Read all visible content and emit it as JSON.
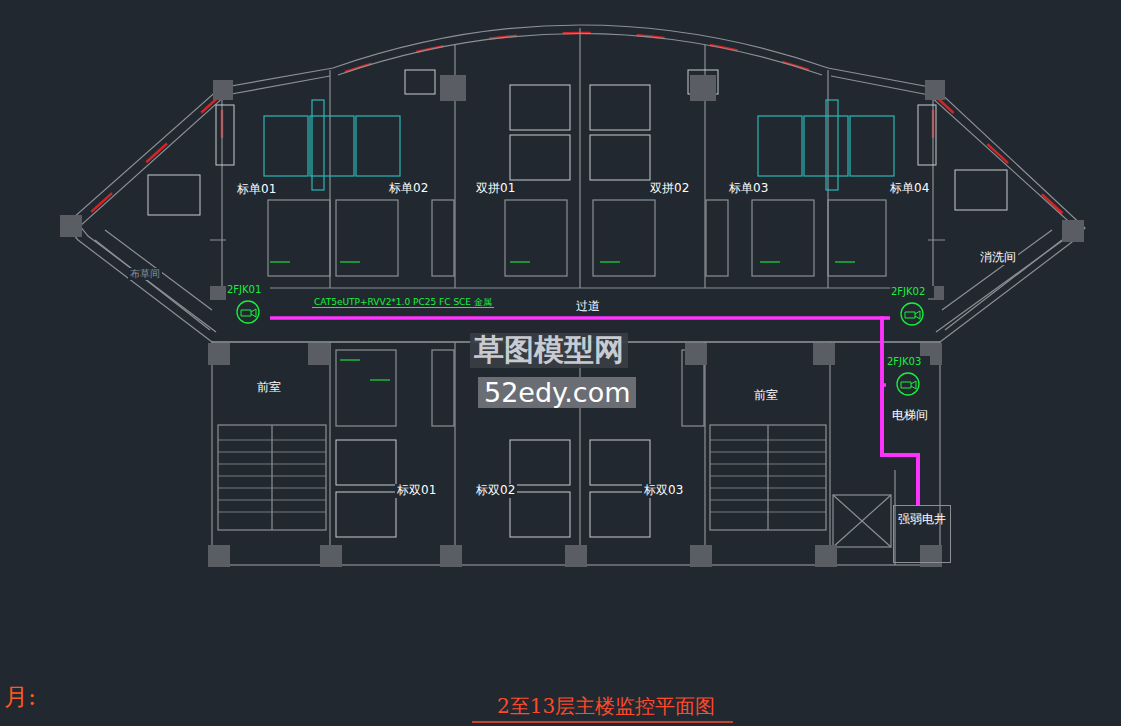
{
  "diagram": {
    "title": "2至13层主楼监控平面图",
    "nodes": [
      {
        "text": [
          "2FJK01"
        ]
      },
      {
        "text": [
          "2FJK02"
        ]
      },
      {
        "text": [
          "2FJK03"
        ]
      },
      {
        "text": [
          "强弱电井"
        ]
      }
    ],
    "edges": [
      {
        "from": 0,
        "to": 3,
        "arrow": "none",
        "label": "CAT5eUTP+RVV2*1.0 PC25 FC SCE 金属"
      },
      {
        "from": 1,
        "to": 3,
        "arrow": "none"
      },
      {
        "from": 2,
        "to": 3,
        "arrow": "none"
      }
    ],
    "labels": [
      "标单01",
      "标单02",
      "双拼01",
      "双拼02",
      "标单03",
      "标单04",
      "布草间",
      "消洗间",
      "过道",
      "前室",
      "前室",
      "电梯间",
      "标双01",
      "标双02",
      "标双03",
      "草图模型网",
      "52edy.com",
      "月:"
    ]
  }
}
